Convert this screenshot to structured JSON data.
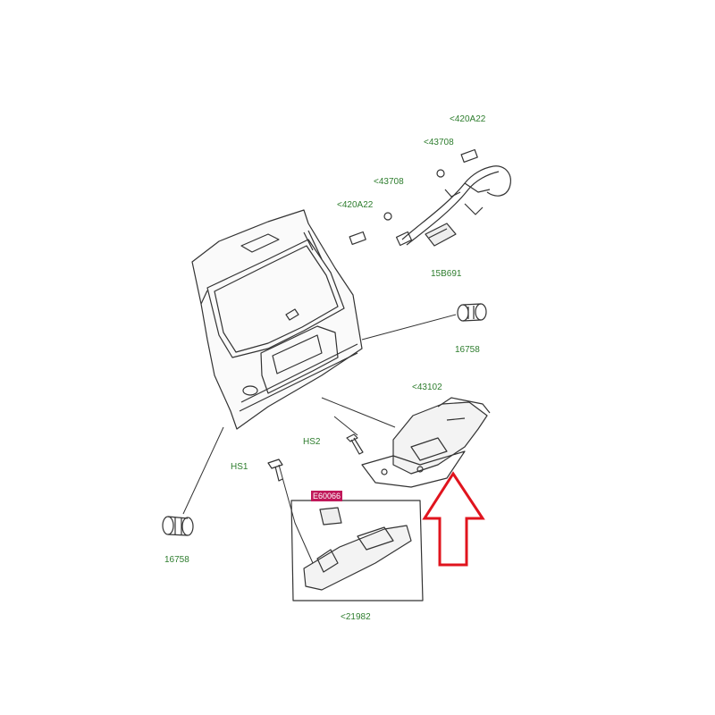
{
  "labels": {
    "cam_connector_top": "<420A22",
    "cam_nut_top": "<43708",
    "cam_nut_left": "<43708",
    "cam_connector_left": "<420A22",
    "camera_harness": "15B691",
    "bumper_top": "16758",
    "latch_assembly": "<43102",
    "screw_hs2": "HS2",
    "screw_hs1": "HS1",
    "bumper_bottom": "16758",
    "highlighted_part": "E60066",
    "handle_assembly": "<21982"
  },
  "colors": {
    "label_text": "#2e7d2e",
    "highlight_bg": "#c0185a",
    "arrow": "#e0141e",
    "line_art": "#333333"
  }
}
